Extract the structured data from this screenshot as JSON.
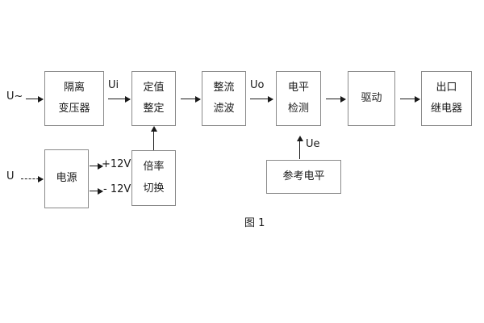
{
  "figure": {
    "caption": "图 1",
    "colors": {
      "box_border": "#8a8a8a",
      "line": "#1a1a1a",
      "background": "#ffffff",
      "text": "#1a1a1a"
    }
  },
  "inputs": {
    "ac_source": "U~",
    "dc_source": "U"
  },
  "signals": {
    "ui": "Ui",
    "uo": "Uo",
    "ue": "Ue",
    "pos12": "+12V",
    "neg12": "- 12V"
  },
  "blocks": {
    "isolation_transformer": {
      "line1": "隔离",
      "line2": "变压器"
    },
    "setting_value": {
      "line1": "定值",
      "line2": "整定"
    },
    "rectify_filter": {
      "line1": "整流",
      "line2": "滤波"
    },
    "level_detection": {
      "line1": "电平",
      "line2": "检测"
    },
    "drive": {
      "line1": "驱动"
    },
    "output_relay": {
      "line1": "出口",
      "line2": "继电器"
    },
    "power_supply": {
      "line1": "电源"
    },
    "ratio_switch": {
      "line1": "倍率",
      "line2": "切换"
    },
    "reference_level": {
      "line1": "参考电平"
    }
  }
}
